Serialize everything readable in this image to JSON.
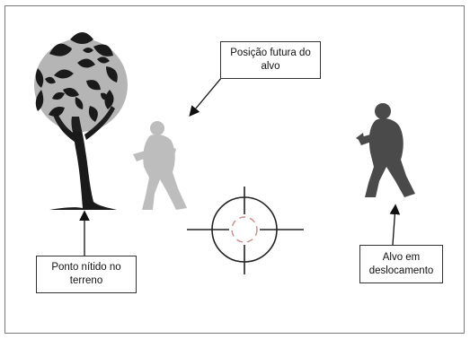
{
  "labels": {
    "future_position": "Posição futura do alvo",
    "ground_point": "Ponto nítido no terreno",
    "moving_target": "Alvo em deslocamento"
  },
  "colors": {
    "frame_border": "#7a7a7a",
    "tree": "#1a1a1a",
    "ghost_soldier": "#bdbdbd",
    "target_soldier": "#4a4a4a",
    "reticle": "#222222",
    "reticle_center": "#c98a8a",
    "arrow": "#111111"
  },
  "icons": {
    "tree": "tree-icon",
    "ghost_soldier": "soldier-ghost-icon",
    "target_soldier": "soldier-target-icon",
    "reticle": "crosshair-icon"
  }
}
